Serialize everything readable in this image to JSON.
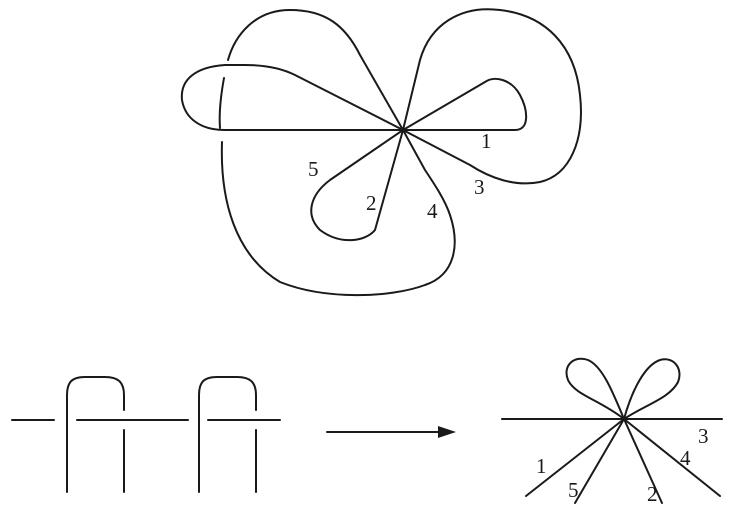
{
  "top_diagram": {
    "labels": {
      "strand_1": "1",
      "strand_2": "2",
      "strand_3": "3",
      "strand_4": "4",
      "strand_5": "5"
    }
  },
  "bottom_right_diagram": {
    "labels": {
      "strand_1": "1",
      "strand_2": "2",
      "strand_3": "3",
      "strand_4": "4",
      "strand_5": "5"
    }
  },
  "colors": {
    "stroke": "#1a1a1a",
    "background": "#ffffff"
  }
}
